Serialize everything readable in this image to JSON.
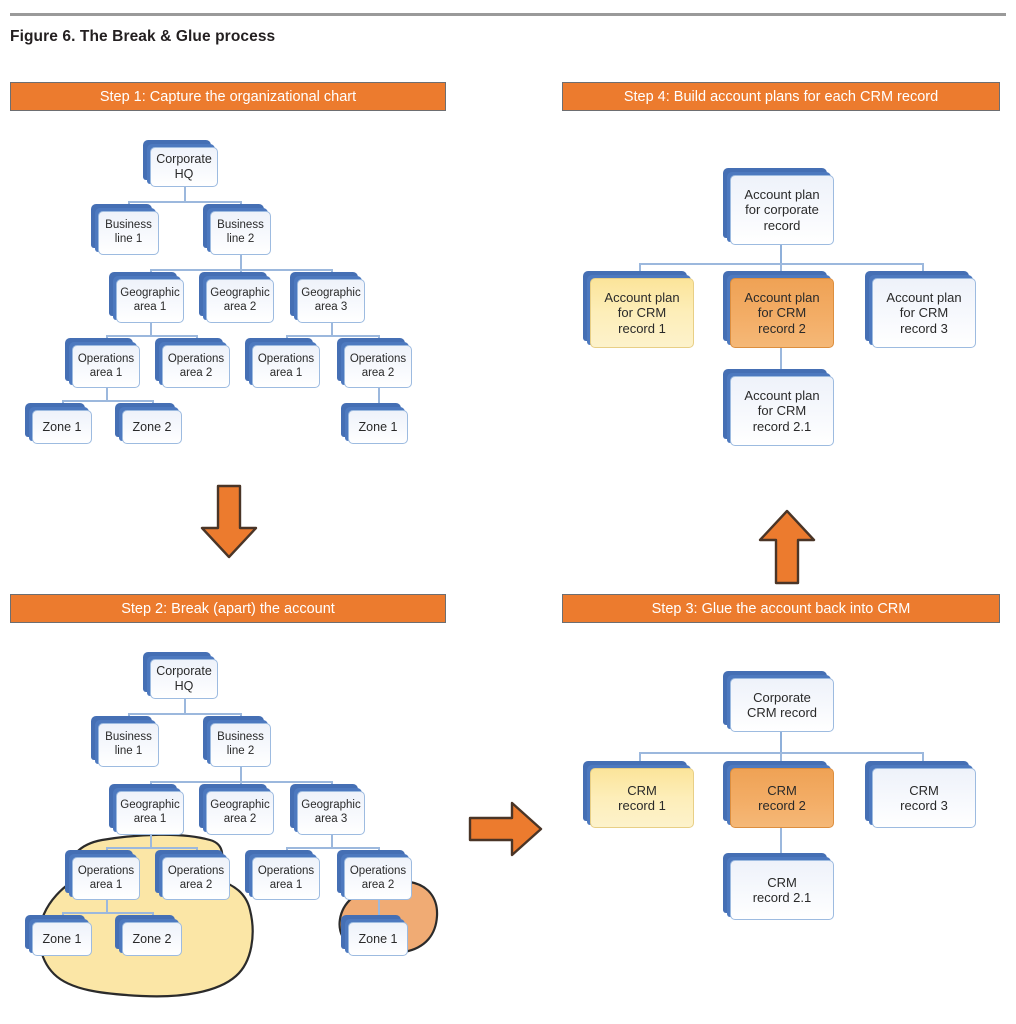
{
  "figure": {
    "title": "Figure 6. The Break & Glue process",
    "accent_orange": "#ec7b2e",
    "node_blue": "#4d79bf",
    "highlight_yellow": "#fbe49a",
    "highlight_orange": "#efa255",
    "rule_color": "#9a9a9a"
  },
  "steps": {
    "step1": {
      "label": "Step 1: Capture the organizational chart"
    },
    "step2": {
      "label": "Step 2: Break (apart) the account"
    },
    "step3": {
      "label": "Step 3: Glue the account back into CRM"
    },
    "step4": {
      "label": "Step 4: Build account plans for each CRM record"
    }
  },
  "arrows": {
    "step1_to_step2": {
      "name": "down-arrow",
      "direction": "down"
    },
    "step2_to_step3": {
      "name": "right-arrow",
      "direction": "right"
    },
    "step3_to_step4": {
      "name": "up-arrow",
      "direction": "up"
    }
  },
  "org_chart": {
    "root": "Corporate\nHQ",
    "nodes": {
      "corporate_hq": "Corporate HQ",
      "business_line_1": "Business line 1",
      "business_line_2": "Business line 2",
      "geographic_area_1": "Geographic area 1",
      "geographic_area_2": "Geographic area 2",
      "geographic_area_3": "Geographic area 3",
      "operations_area_1a": "Operations area 1",
      "operations_area_2a": "Operations area 2",
      "operations_area_1b": "Operations area 1",
      "operations_area_2b": "Operations area 2",
      "zone_1a": "Zone 1",
      "zone_2a": "Zone 2",
      "zone_1b": "Zone 1"
    },
    "lines": {
      "corporate_l1": "Corporate",
      "corporate_l2": "HQ",
      "business_l1": "Business",
      "business1_l2": "line 1",
      "business2_l2": "line 2",
      "geographic_l1": "Geographic",
      "geo1_l2": "area 1",
      "geo2_l2": "area 2",
      "geo3_l2": "area 3",
      "operations_l1": "Operations",
      "ops1_l2": "area 1",
      "ops2_l2": "area 2",
      "zone1": "Zone 1",
      "zone2": "Zone 2"
    }
  },
  "crm_chart": {
    "root_l1": "Corporate",
    "root_l2": "CRM record",
    "crm_l1": "CRM",
    "record1": "record 1",
    "record2": "record 2",
    "record3": "record 3",
    "record21": "record 2.1",
    "nodes": {
      "corporate_crm_record": "Corporate CRM record",
      "crm_record_1": "CRM record 1",
      "crm_record_2": "CRM record 2",
      "crm_record_3": "CRM record 3",
      "crm_record_21": "CRM record 2.1"
    }
  },
  "account_plans": {
    "root_l1": "Account plan",
    "root_l2": "for corporate",
    "root_l3": "record",
    "plan_l1": "Account plan",
    "plan_l2": "for CRM",
    "record1": "record 1",
    "record2": "record 2",
    "record3": "record 3",
    "record21": "record 2.1",
    "nodes": {
      "account_plan_corporate": "Account plan for corporate record",
      "account_plan_crm_1": "Account plan for CRM record 1",
      "account_plan_crm_2": "Account plan for CRM record 2",
      "account_plan_crm_3": "Account plan for CRM record 3",
      "account_plan_crm_21": "Account plan for CRM record 2.1"
    }
  },
  "highlights": {
    "yellow_group": "Operations area 1 with Zone 1 and Zone 2",
    "orange_group": "Zone 1 under Operations area 2"
  }
}
